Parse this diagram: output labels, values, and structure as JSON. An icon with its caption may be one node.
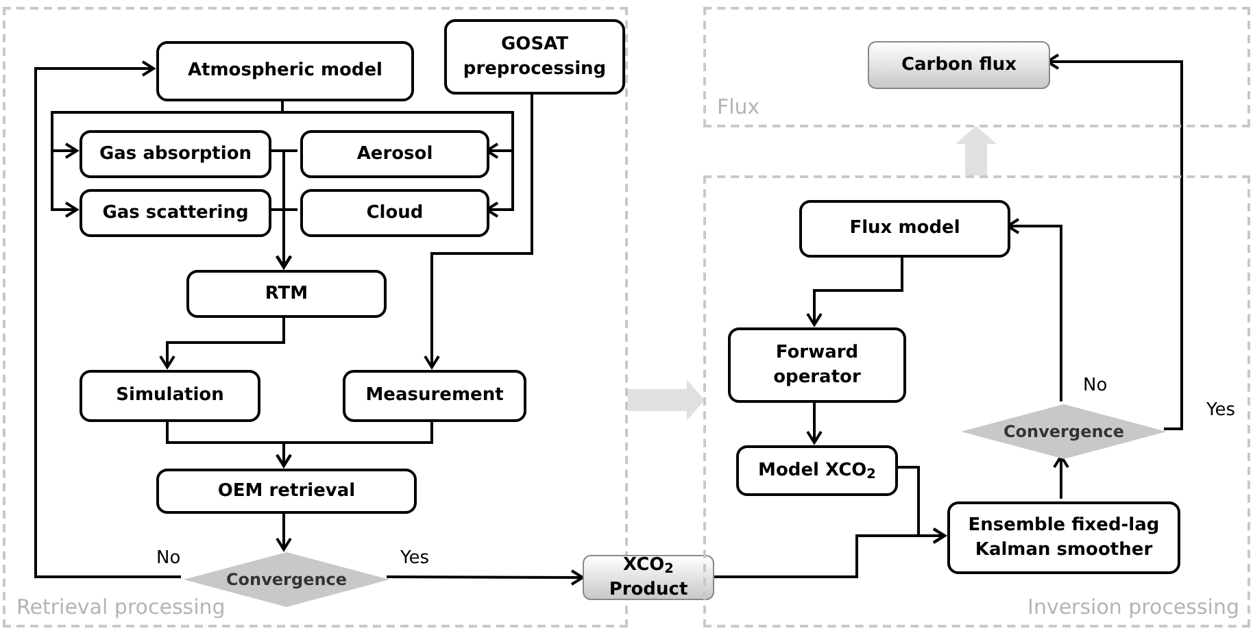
{
  "diagram": {
    "nodes": [
      {
        "text": [
          "Retrieval processing"
        ]
      },
      {
        "text": [
          "Atmospheric model"
        ],
        "in": 0
      },
      {
        "text": [
          "GOSAT preprocessing"
        ],
        "in": 0
      },
      {
        "text": [
          "Gas absorption"
        ],
        "in": 0
      },
      {
        "text": [
          "Aerosol"
        ],
        "in": 0
      },
      {
        "text": [
          "Gas scattering"
        ],
        "in": 0
      },
      {
        "text": [
          "Cloud"
        ],
        "in": 0
      },
      {
        "text": [
          "RTM"
        ],
        "in": 0
      },
      {
        "text": [
          "Simulation"
        ],
        "in": 0
      },
      {
        "text": [
          "Measurement"
        ],
        "in": 0
      },
      {
        "text": [
          "OEM retrieval"
        ],
        "in": 0
      },
      {
        "text": [
          "Convergence"
        ],
        "in": 0
      },
      {
        "text": [
          "XCO$_{2}$ Product"
        ]
      },
      {
        "text": [
          "Flux"
        ]
      },
      {
        "text": [
          "Carbon flux"
        ],
        "in": 13
      },
      {
        "text": [
          "Inversion processing"
        ]
      },
      {
        "text": [
          "Flux model"
        ],
        "in": 15
      },
      {
        "text": [
          "Forward operator"
        ],
        "in": 15
      },
      {
        "text": [
          "Model XCO$_{2}$"
        ],
        "in": 15
      },
      {
        "text": [
          "Ensemble fixed-lag Kalman smoother"
        ],
        "in": 15
      },
      {
        "text": [
          "Convergence"
        ],
        "in": 15
      }
    ],
    "edges": [
      {
        "from": 1,
        "to": 3,
        "arrow": "to"
      },
      {
        "from": 1,
        "to": 5,
        "arrow": "to"
      },
      {
        "from": 1,
        "to": 4,
        "arrow": "to"
      },
      {
        "from": 1,
        "to": 6,
        "arrow": "to"
      },
      {
        "from": 3,
        "to": 7,
        "arrow": "to"
      },
      {
        "from": 4,
        "to": 7,
        "arrow": "to"
      },
      {
        "from": 5,
        "to": 7,
        "arrow": "to"
      },
      {
        "from": 6,
        "to": 7,
        "arrow": "to"
      },
      {
        "from": 2,
        "to": 9,
        "arrow": "to"
      },
      {
        "from": 7,
        "to": 8,
        "arrow": "to"
      },
      {
        "from": 8,
        "to": 10,
        "arrow": "to"
      },
      {
        "from": 9,
        "to": 10,
        "arrow": "to"
      },
      {
        "from": 10,
        "to": 11,
        "arrow": "to"
      },
      {
        "from": 11,
        "to": 1,
        "arrow": "to",
        "label": "No"
      },
      {
        "from": 11,
        "to": 12,
        "arrow": "to",
        "label": "Yes"
      },
      {
        "from": 12,
        "to": 19,
        "arrow": "to"
      },
      {
        "from": 18,
        "to": 19,
        "arrow": "to"
      },
      {
        "from": 16,
        "to": 17,
        "arrow": "to"
      },
      {
        "from": 17,
        "to": 18,
        "arrow": "to"
      },
      {
        "from": 19,
        "to": 20,
        "arrow": "to"
      },
      {
        "from": 20,
        "to": 16,
        "arrow": "to",
        "label": "No"
      },
      {
        "from": 20,
        "to": 14,
        "arrow": "to",
        "label": "Yes"
      },
      {
        "from": 0,
        "to": 15,
        "arrow": "to",
        "style": "thick",
        "color": "#e0e0e0"
      },
      {
        "from": 15,
        "to": 13,
        "arrow": "to",
        "style": "thick",
        "color": "#e0e0e0"
      }
    ]
  }
}
